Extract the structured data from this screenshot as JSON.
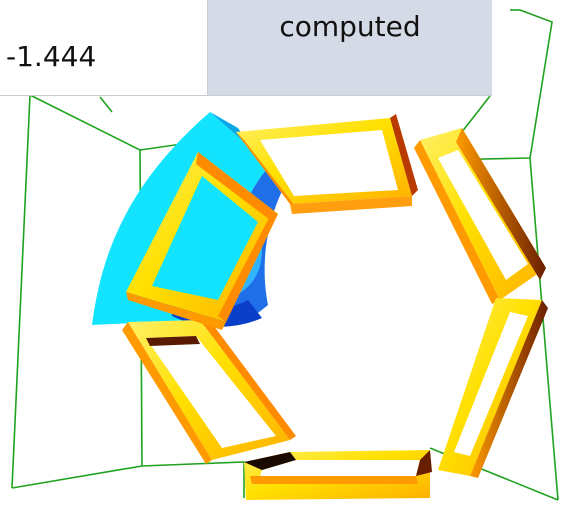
{
  "table": {
    "value_cell": "-1.444",
    "status_cell": "computed"
  },
  "viewer": {
    "bounding_box_color": "#1fa31f",
    "coil_colors": [
      "#ffee00",
      "#ff8c00",
      "#5a1a00"
    ],
    "sector_colors": [
      "#12e4ff",
      "#1f6fe8",
      "#0b3fc9"
    ],
    "coil_count": 6
  }
}
